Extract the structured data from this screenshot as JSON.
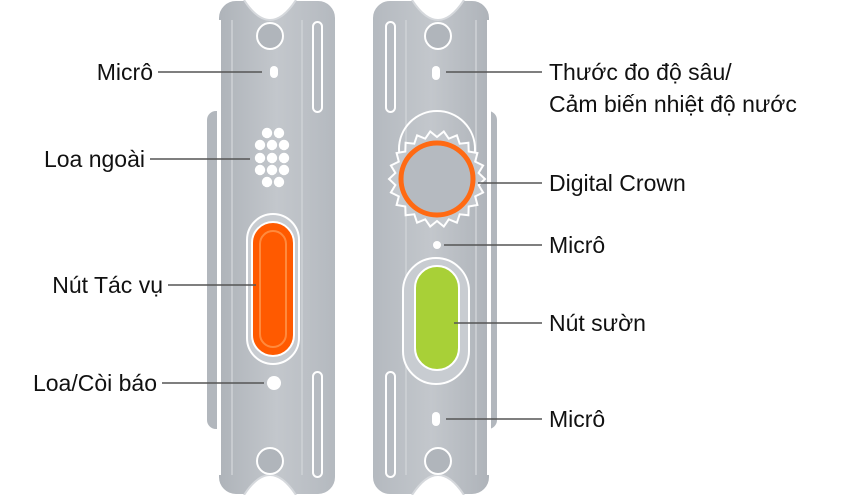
{
  "colors": {
    "case": "#b9bec4",
    "case_light": "#d6d9dd",
    "case_dark": "#9aa0a7",
    "outline": "#ffffff",
    "action_button": "#ff5a00",
    "crown_ring": "#ff6a13",
    "side_button": "#a8d037",
    "leader_line": "#555555"
  },
  "left_view": {
    "labels": {
      "microphone": "Micrô",
      "external_speaker": "Loa ngoài",
      "action_button": "Nút Tác vụ",
      "speaker_siren": "Loa/Còi báo"
    }
  },
  "right_view": {
    "labels": {
      "depth_gauge_line1": "Thước đo độ sâu/",
      "depth_gauge_line2": "Cảm biến nhiệt độ nước",
      "digital_crown": "Digital Crown",
      "microphone_mid": "Micrô",
      "side_button": "Nút sườn",
      "microphone_bottom": "Micrô"
    }
  }
}
